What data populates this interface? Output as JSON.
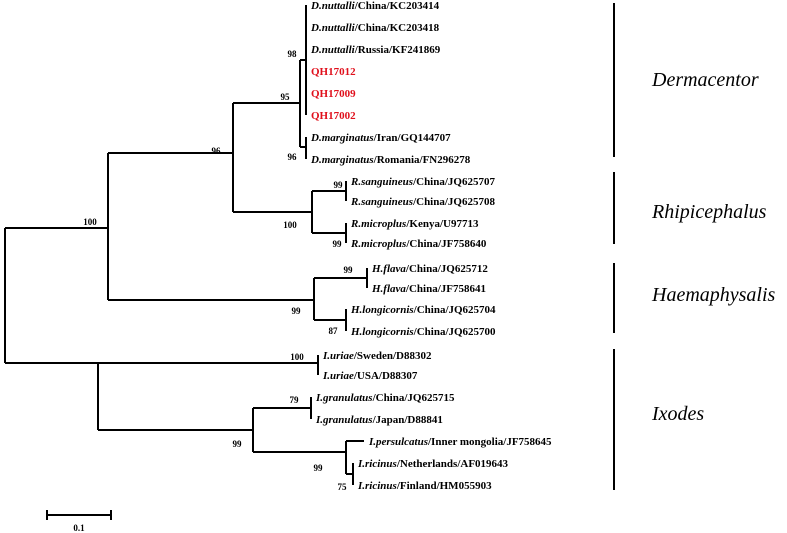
{
  "taxa": [
    {
      "sp": "D.nuttalli",
      "rest": "/China/KC203414"
    },
    {
      "sp": "D.nuttalli",
      "rest": "/China/KC203418"
    },
    {
      "sp": "D.nuttalli",
      "rest": "/Russia/KF241869"
    },
    {
      "sp": "",
      "rest": "QH17012",
      "highlight": true
    },
    {
      "sp": "",
      "rest": "QH17009",
      "highlight": true
    },
    {
      "sp": "",
      "rest": "QH17002",
      "highlight": true
    },
    {
      "sp": "D.marginatus",
      "rest": "/Iran/GQ144707"
    },
    {
      "sp": "D.marginatus",
      "rest": "/Romania/FN296278"
    },
    {
      "sp": "R.sanguineus",
      "rest": "/China/JQ625707"
    },
    {
      "sp": "R.sanguineus",
      "rest": "/China/JQ625708"
    },
    {
      "sp": "R.microplus",
      "rest": "/Kenya/U97713"
    },
    {
      "sp": "R.microplus",
      "rest": "/China/JF758640"
    },
    {
      "sp": "H.flava",
      "rest": "/China/JQ625712"
    },
    {
      "sp": "H.flava",
      "rest": "/China/JF758641"
    },
    {
      "sp": "H.longicornis",
      "rest": "/China/JQ625704"
    },
    {
      "sp": "H.longicornis",
      "rest": "/China/JQ625700"
    },
    {
      "sp": "I.uriae",
      "rest": "/Sweden/D88302"
    },
    {
      "sp": "I.uriae",
      "rest": "/USA/D88307"
    },
    {
      "sp": "I.granulatus",
      "rest": "/China/JQ625715"
    },
    {
      "sp": "I.granulatus",
      "rest": "/Japan/D88841"
    },
    {
      "sp": "I.persulcatus",
      "rest": "/Inner mongolia/JF758645"
    },
    {
      "sp": "I.ricinus",
      "rest": "/Netherlands/AF019643"
    },
    {
      "sp": "I.ricinus",
      "rest": "/Finland/HM055903"
    }
  ],
  "bootstrap": [
    "98",
    "95",
    "96",
    "96",
    "100",
    "99",
    "100",
    "99",
    "99",
    "99",
    "87",
    "100",
    "79",
    "99",
    "99",
    "75"
  ],
  "genera": [
    "Dermacentor",
    "Rhipicephalus",
    "Haemaphysalis",
    "Ixodes"
  ],
  "scale_bar": {
    "label": "0.1"
  },
  "colors": {
    "highlight": "#e0101c",
    "line": "#000000"
  }
}
